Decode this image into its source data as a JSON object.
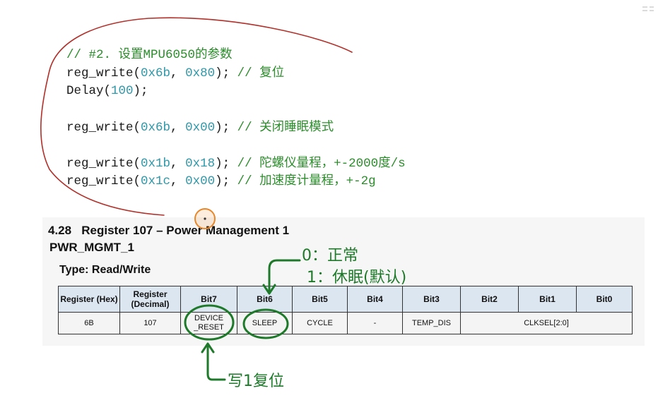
{
  "code": {
    "lines": [
      {
        "tokens": [
          {
            "t": "// #2. 设置MPU6050的参数",
            "c": "cm"
          }
        ]
      },
      {
        "tokens": [
          {
            "t": "reg_write(",
            "c": ""
          },
          {
            "t": "0x6b",
            "c": "num"
          },
          {
            "t": ", ",
            "c": ""
          },
          {
            "t": "0x80",
            "c": "num"
          },
          {
            "t": "); ",
            "c": ""
          },
          {
            "t": "// 复位",
            "c": "cm"
          }
        ]
      },
      {
        "tokens": [
          {
            "t": "Delay(",
            "c": ""
          },
          {
            "t": "100",
            "c": "num"
          },
          {
            "t": ");",
            "c": ""
          }
        ]
      },
      {
        "tokens": []
      },
      {
        "tokens": [
          {
            "t": "reg_write(",
            "c": ""
          },
          {
            "t": "0x6b",
            "c": "num"
          },
          {
            "t": ", ",
            "c": ""
          },
          {
            "t": "0x00",
            "c": "num"
          },
          {
            "t": "); ",
            "c": ""
          },
          {
            "t": "// 关闭睡眠模式",
            "c": "cm"
          }
        ]
      },
      {
        "tokens": []
      },
      {
        "tokens": [
          {
            "t": "reg_write(",
            "c": ""
          },
          {
            "t": "0x1b",
            "c": "num"
          },
          {
            "t": ", ",
            "c": ""
          },
          {
            "t": "0x18",
            "c": "num"
          },
          {
            "t": "); ",
            "c": ""
          },
          {
            "t": "// 陀螺仪量程，+-2000度/s",
            "c": "cm"
          }
        ]
      },
      {
        "tokens": [
          {
            "t": "reg_write(",
            "c": ""
          },
          {
            "t": "0x1c",
            "c": "num"
          },
          {
            "t": ", ",
            "c": ""
          },
          {
            "t": "0x00",
            "c": "num"
          },
          {
            "t": "); ",
            "c": ""
          },
          {
            "t": "// 加速度计量程，+-2g",
            "c": "cm"
          }
        ]
      }
    ]
  },
  "doc": {
    "section_title": "4.28   Register 107 – Power Management 1",
    "register_name": "PWR_MGMT_1",
    "type_label": "Type: Read/Write"
  },
  "table": {
    "headers": [
      "Register (Hex)",
      "Register (Decimal)",
      "Bit7",
      "Bit6",
      "Bit5",
      "Bit4",
      "Bit3",
      "Bit2",
      "Bit1",
      "Bit0"
    ],
    "row": {
      "hex": "6B",
      "decimal": "107",
      "bit7": "DEVICE _RESET",
      "bit6": "SLEEP",
      "bit5": "CYCLE",
      "bit4": "-",
      "bit3": "TEMP_DIS",
      "bits2_0": "CLKSEL[2:0]"
    }
  },
  "annotations": {
    "sleep_zero": "0：正常",
    "sleep_one": "1：休眠(默认)",
    "reset_note": "写1复位"
  },
  "colors": {
    "ink_green": "#1e7a2a",
    "ink_red": "#b0302a",
    "cursor_orange": "#e8872a",
    "header_blue": "#dce6f1"
  }
}
